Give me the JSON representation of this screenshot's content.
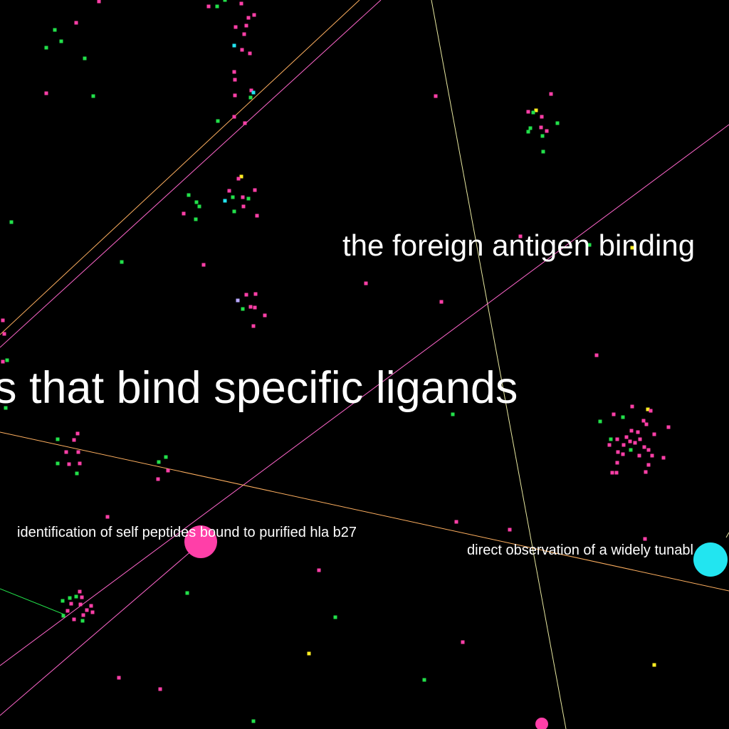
{
  "labels": {
    "big": "s that bind specific ligands",
    "medium": "the foreign antigen binding",
    "small_1": "identification of self peptides bound to purified hla b27",
    "small_2": "direct observation of a widely tunabl"
  },
  "colors": {
    "background": "#000000",
    "text": "#ffffff",
    "magenta": "#ff3fa8",
    "green": "#22e04a",
    "cyan": "#22e5f0",
    "yellow": "#ffee22",
    "pale_yellow": "#e8e8a0",
    "orange": "#ffb060",
    "pink_line": "#ff66cc",
    "lavender": "#b8a8ff"
  }
}
